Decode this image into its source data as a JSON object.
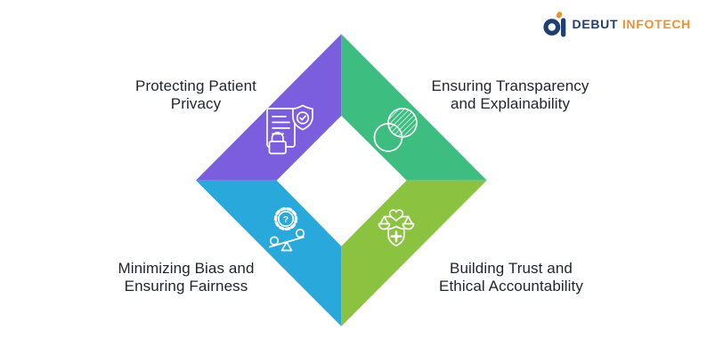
{
  "page": {
    "background": "#FFFFFF"
  },
  "logo": {
    "brand_primary": "DEBUT",
    "brand_secondary": "INFOTECH",
    "navy": "#1E3F6F",
    "orange": "#F0912D"
  },
  "diagram": {
    "text_color": "#1F242E",
    "icon_stroke": "#FFFFFF",
    "segments": [
      {
        "id": "privacy",
        "position": "top-left",
        "color": "#7B5EDD",
        "icon": "privacy-document-shield-lock-icon",
        "label": "Protecting Patient Privacy",
        "line1": "Protecting Patient",
        "line2": "Privacy"
      },
      {
        "id": "transparency",
        "position": "top-right",
        "color": "#3EBD80",
        "icon": "transparency-overlapping-circles-icon",
        "label": "Ensuring Transparency and Explainability",
        "line1": "Ensuring Transparency",
        "line2": "and Explainability"
      },
      {
        "id": "bias",
        "position": "bottom-left",
        "color": "#29A8DB",
        "icon": "fairness-gear-question-balance-icon",
        "label": "Minimizing Bias and Ensuring Fairness",
        "line1": "Minimizing Bias and",
        "line2": "Ensuring Fairness"
      },
      {
        "id": "trust",
        "position": "bottom-right",
        "color": "#8BC23F",
        "icon": "trust-heart-scales-shield-icon",
        "label": "Building Trust and Ethical Accountability",
        "line1": "Building Trust and",
        "line2": "Ethical Accountability"
      }
    ],
    "icon_glyphs": {
      "question_mark": "?"
    }
  }
}
